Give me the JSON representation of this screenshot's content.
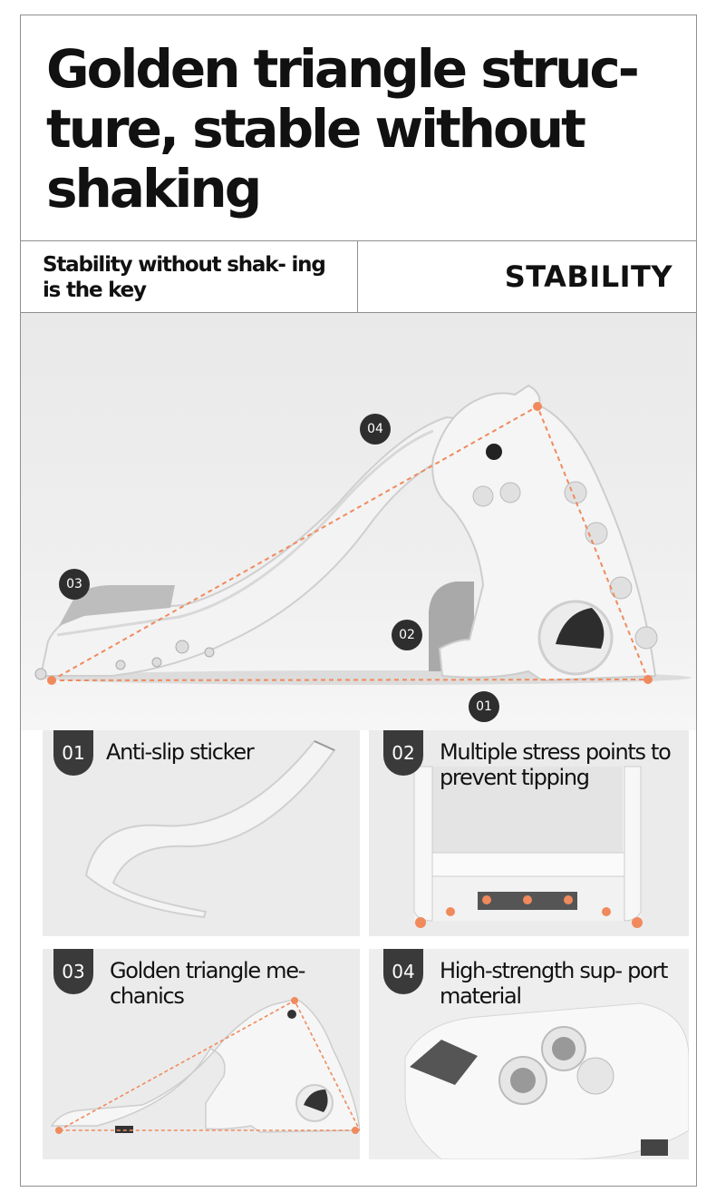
{
  "title": "Golden triangle struc- ture, stable without shaking",
  "subtitle_left": "Stability without shak- ing is the key",
  "subtitle_right": "STABILITY",
  "hero": {
    "markers": [
      "04",
      "03",
      "02",
      "01"
    ]
  },
  "panels": [
    {
      "number": "01",
      "label": "Anti-slip sticker"
    },
    {
      "number": "02",
      "label": "Multiple stress points to prevent tipping"
    },
    {
      "number": "03",
      "label": "Golden triangle me- chanics"
    },
    {
      "number": "04",
      "label": "High-strength sup- port material"
    }
  ],
  "colors": {
    "accent": "#f08a5d",
    "badge": "#3a3a3a",
    "border": "#8f8f8f",
    "product": "#f4f4f4"
  }
}
